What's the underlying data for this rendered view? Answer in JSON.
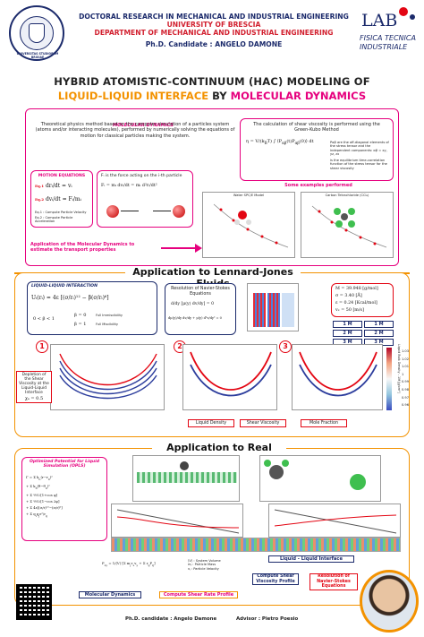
{
  "header": {
    "line1": "DOCTORAL RESEARCH IN MECHANICAL AND INDUSTRIAL ENGINEERING",
    "line2": "UNIVERSITY OF BRESCIA",
    "line3": "DEPARTMENT OF MECHANICAL AND INDUSTRIAL ENGINEERING",
    "line4": "Ph.D. Candidate : ANGELO DAMONE",
    "seal_text": "UNIVERSITAS STUDIORUM BRIXIAE",
    "lab_top": "LAB",
    "lab_mid": "FISICA TECNICA",
    "lab_bottom": "INDUSTRIALE"
  },
  "title": {
    "part1": "HYBRID ATOMISTIC-CONTINUUM (HAC) MODELING OF",
    "part2a": "LIQUID-LIQUID INTERFACE",
    "part2b": " BY ",
    "part2c": "MOLECULAR DYNAMICS"
  },
  "md": {
    "heading": "MOLECULAR DYNAMICS",
    "text": "Theoretical physics method based on the computer simulation of a particles system (atoms and/or interacting molecules), performed by numerically solving the equations of motion for classical particles making the system.",
    "eq_heading": "MOTION EQUATIONS",
    "eq1_label": "Eq.1",
    "eq1": "drᵢ/dt = vᵢ",
    "eq2_label": "Eq.2",
    "eq2": "dvᵢ/dt = Fᵢ/mᵢ",
    "eq_note1": "Eq.1 : Compute Particle Velocity",
    "eq_note2": "Eq.2 : Compute Particle Acceleration",
    "force_text": "Fᵢ is the force acting on the i-th particle",
    "force_eq": "Fᵢ = mᵢ dvᵢ/dt = mᵢ d²rᵢ/dt²",
    "arrow_text": "Application of the Molecular Dynamics to estimate the transport properties"
  },
  "gk": {
    "text": "The calculation of shear viscosity is performed using the Green-Kubo Method",
    "note1": "Pαβ are the off-diagonal elements of the stress tensor and the independent components: αβ = xy, yz, zx",
    "note2": "is the equilibrium time-correlation function of the stress tensor for the shear viscosity",
    "examples": "Some examples performed",
    "plot1_title": "Water SPC/E Model",
    "plot2_title": "Carbon Tetrachloride (CCl₄)"
  },
  "lj": {
    "section": "Application to Lennard-Jones Fluids",
    "heading": "LIQUID-LIQUID INTERACTION",
    "eq": "Uᵢ(rᵢ) = 4ε [(σ/rᵢ)¹² − β(σ/rᵢ)⁶]",
    "range": "0 < β < 1",
    "beta0": "β = 0",
    "beta0_label": "Full Immiscibility",
    "beta1": "β = 1",
    "beta1_label": "Full Miscibility",
    "ns_heading": "Resolution of Navier-Stokes Equations",
    "ns_eq1": "d/dy [μ(y) dv/dy] = 0",
    "ns_eq2": "dμ(y)/dy dv/dy + μ(y) d²v/dy² = 0",
    "props": {
      "M": "M = 39.948 [g/mol]",
      "sigma": "σ = 3.40 [Å]",
      "epsilon": "ε = 0.24 [Kcal/mol]",
      "vx": "vₓ = 50 [m/s]"
    },
    "box_labels": [
      "1 M",
      "1 M",
      "2 M",
      "2 M",
      "3 M",
      "3 M"
    ],
    "depletion": "Depletion of the Shear Viscosity at the Liquid-Liquid Interface",
    "chi": "χₐ = 0.5",
    "num1": "1",
    "num2": "2",
    "num3": "3",
    "label_density": "Liquid Density",
    "label_viscosity": "Shear Viscosity",
    "label_fraction": "Mole Fraction",
    "colorbar_label": "Liquid Bulk Density - 1M [g/cm³]",
    "colorbar_ticks": [
      "1.03",
      "1.02",
      "1.01",
      "1",
      "0.99",
      "0.98",
      "0.97",
      "0.96"
    ]
  },
  "real": {
    "section": "Application to Real Fluids",
    "opls_heading": "Optimized Potential for Liquid Simulation (OPLS)",
    "legend": [
      "⟨V⟩ : System Volume",
      "mⱼ : Particle Mass",
      "vⱼ : Particle Velocity"
    ],
    "interface": "Liquid - Liquid Interface",
    "md_label": "Molecular Dynamics",
    "shear_rate": "Compute Shear Rate Profile",
    "viscosity_profile": "Compute Shear Viscosity Profile",
    "ns_resolution": "Resolution of Navier-Stokes Equations"
  },
  "footer": {
    "candidate": "Ph.D. candidate : Angelo Damone",
    "advisor": "Advisor : Pietro Poesio"
  },
  "colors": {
    "orange": "#f39200",
    "pink": "#e6007e",
    "navy": "#1b2a6b",
    "red": "#e30613"
  }
}
